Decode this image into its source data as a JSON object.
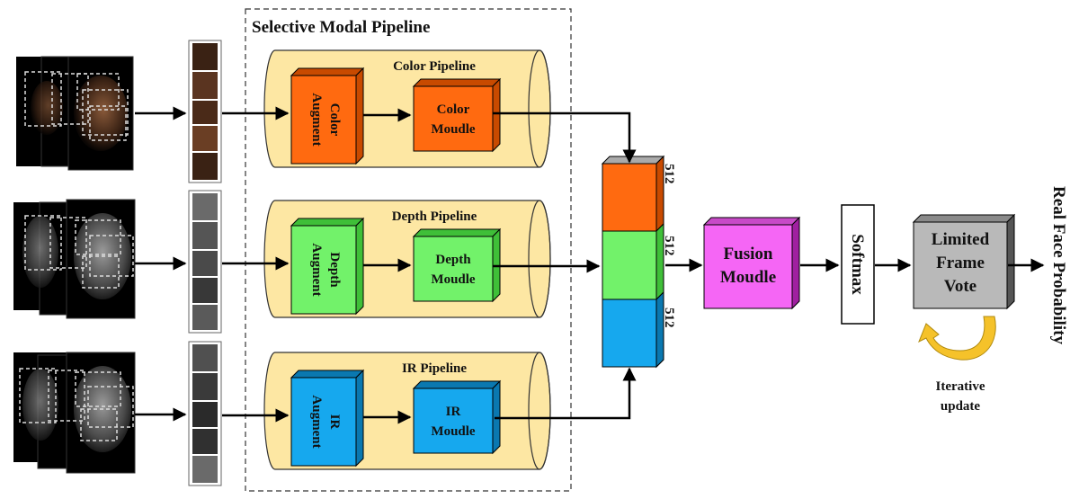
{
  "title": "Selective Modal Pipeline",
  "pipelines": [
    {
      "name": "Color Pipeline",
      "augment": [
        "Color",
        "Augment"
      ],
      "module": [
        "Color",
        "Moudle"
      ],
      "color": "#ff6a10",
      "side": "#c84a00"
    },
    {
      "name": "Depth Pipeline",
      "augment": [
        "Depth",
        "Augment"
      ],
      "module": [
        "Depth",
        "Moudle"
      ],
      "color": "#72f26a",
      "side": "#3fbf38"
    },
    {
      "name": "IR Pipeline",
      "augment": [
        "IR",
        "Augment"
      ],
      "module": [
        "IR",
        "Moudle"
      ],
      "color": "#16a8ee",
      "side": "#0a78b0"
    }
  ],
  "feature_dims": [
    "512",
    "512",
    "512"
  ],
  "fusion": [
    "Fusion",
    "Moudle"
  ],
  "softmax": "Softmax",
  "vote": [
    "Limited",
    "Frame",
    "Vote"
  ],
  "iterative": [
    "Iterative",
    "update"
  ],
  "output": "Real Face Probability",
  "colors": {
    "cylinder": "#fde7a3",
    "fusion": "#f566f5",
    "vote": "#b9b9b9",
    "arrow_loop": "#f5c22a"
  }
}
